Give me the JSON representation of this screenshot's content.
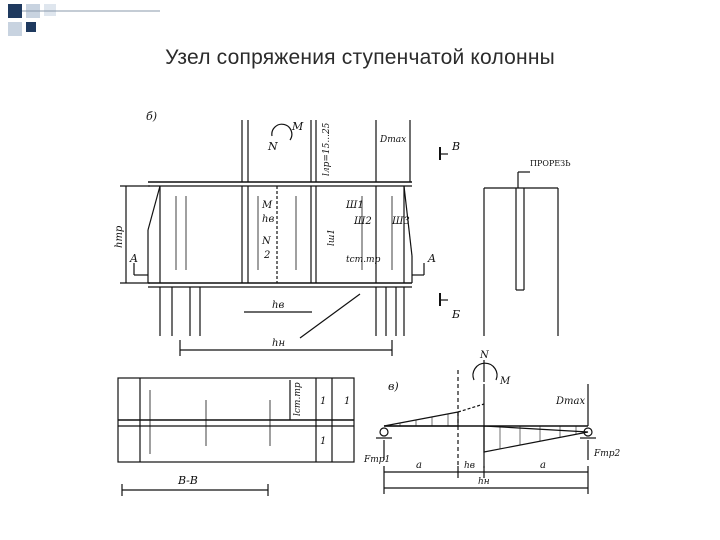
{
  "slide": {
    "title": "Узел сопряжения ступенчатой колонны",
    "deco_color_dark": "#1f3a5f",
    "deco_color_light": "#c8d3e0"
  },
  "drawing": {
    "panel_b_label": "б)",
    "panel_v_label": "в)",
    "section_label": "В-В",
    "proreз_label": "ПРОРЕЗЬ",
    "labels": {
      "M": "M",
      "N": "N",
      "M_over_hv": "M",
      "hv": "hв",
      "N_over_2": "N",
      "two": "2",
      "l_lr": "lлр=15...25",
      "D_max_top": "Dmax",
      "B_top": "В",
      "B_bottom": "Б",
      "h_tr": "hтр",
      "A_left": "A",
      "A_right": "A",
      "sh1": "Ш1",
      "sh2": "Ш2",
      "sh3": "Ш3",
      "l_sh1": "lш1",
      "t_st": "tст.тр",
      "h_v_dim": "hв",
      "h_n_dim": "hн",
      "l_st_tr": "lст.тр",
      "one_a": "1",
      "one_b": "1",
      "one_c": "1",
      "F_tr1": "Fтр1",
      "F_tr2": "Fтр2",
      "a_left": "a",
      "a_right": "a",
      "hv_v": "hв",
      "hn_v": "hн",
      "D_max_v": "Dmax",
      "N_v": "N",
      "M_v": "M"
    }
  }
}
